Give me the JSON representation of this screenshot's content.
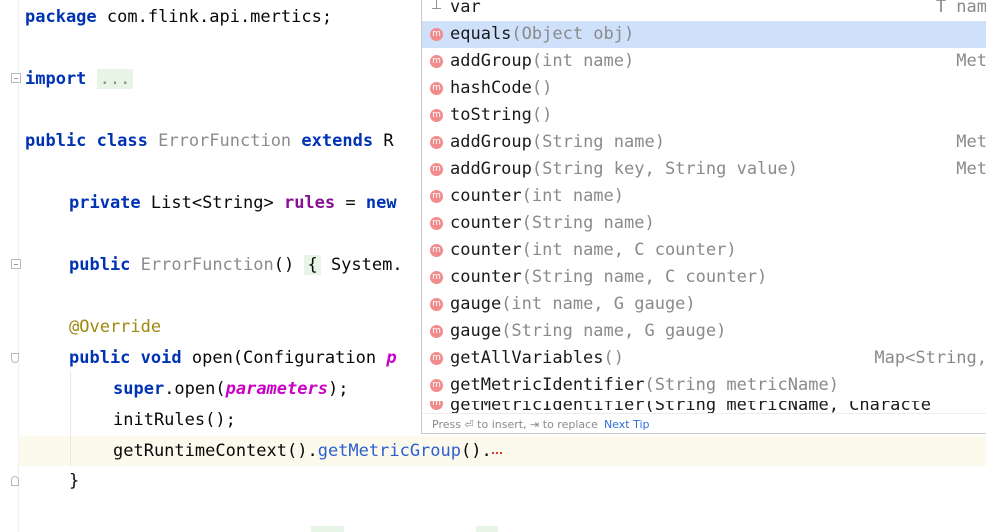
{
  "editor": {
    "lines": {
      "package_kw": "package",
      "package_name": " com.flink.api.mertics;",
      "import_kw": "import",
      "import_fold": "...",
      "class_public": "public",
      "class_kw": "class",
      "class_name": "ErrorFunction",
      "extends_kw": "extends",
      "extends_rest": " R",
      "field_private": "private",
      "field_type": " List<String> ",
      "field_name": "rules",
      "field_rest": " = ",
      "field_new": "new",
      "ctor_public": "public",
      "ctor_name": "ErrorFunction",
      "ctor_paren": "() ",
      "ctor_brace": "{",
      "ctor_rest": " System.",
      "annotation": "@Override",
      "open_public": "public",
      "open_void": "void",
      "open_sig": " open(Configuration ",
      "open_param": "p",
      "super_kw": "super",
      "super_call": ".open(",
      "super_param": "parameters",
      "super_end": ");",
      "init_rules": "initRules();",
      "runtime_call": "getRuntimeContext().",
      "metric_call": "getMetricGroup",
      "runtime_end": "().",
      "close_brace": "}"
    }
  },
  "completion": {
    "items": [
      {
        "icon": "var-icon",
        "name": "var",
        "params": "",
        "type": "T nam",
        "selected": false
      },
      {
        "icon": "method-icon",
        "name": "equals",
        "params": "(Object obj)",
        "type": "",
        "selected": true
      },
      {
        "icon": "method-icon",
        "name": "addGroup",
        "params": "(int name)",
        "type": "Met",
        "selected": false
      },
      {
        "icon": "method-icon",
        "name": "hashCode",
        "params": "()",
        "type": "",
        "selected": false
      },
      {
        "icon": "method-icon",
        "name": "toString",
        "params": "()",
        "type": "",
        "selected": false
      },
      {
        "icon": "method-icon",
        "name": "addGroup",
        "params": "(String name)",
        "type": "Met",
        "selected": false
      },
      {
        "icon": "method-icon",
        "name": "addGroup",
        "params": "(String key, String value)",
        "type": "Met",
        "selected": false
      },
      {
        "icon": "method-icon",
        "name": "counter",
        "params": "(int name)",
        "type": "",
        "selected": false
      },
      {
        "icon": "method-icon",
        "name": "counter",
        "params": "(String name)",
        "type": "",
        "selected": false
      },
      {
        "icon": "method-icon",
        "name": "counter",
        "params": "(int name, C counter)",
        "type": "",
        "selected": false
      },
      {
        "icon": "method-icon",
        "name": "counter",
        "params": "(String name, C counter)",
        "type": "",
        "selected": false
      },
      {
        "icon": "method-icon",
        "name": "gauge",
        "params": "(int name, G gauge)",
        "type": "",
        "selected": false
      },
      {
        "icon": "method-icon",
        "name": "gauge",
        "params": "(String name, G gauge)",
        "type": "",
        "selected": false
      },
      {
        "icon": "method-icon",
        "name": "getAllVariables",
        "params": "()",
        "type": "Map<String,",
        "selected": false
      },
      {
        "icon": "method-icon",
        "name": "getMetricIdentifier",
        "params": "(String metricName)",
        "type": "",
        "selected": false
      }
    ],
    "partial_item": "getMetricIdentifier(String metricName, Characte",
    "icon_letter": "m",
    "footer": {
      "hint": "Press ⏎ to insert, ⇥ to replace",
      "link": "Next Tip"
    }
  }
}
